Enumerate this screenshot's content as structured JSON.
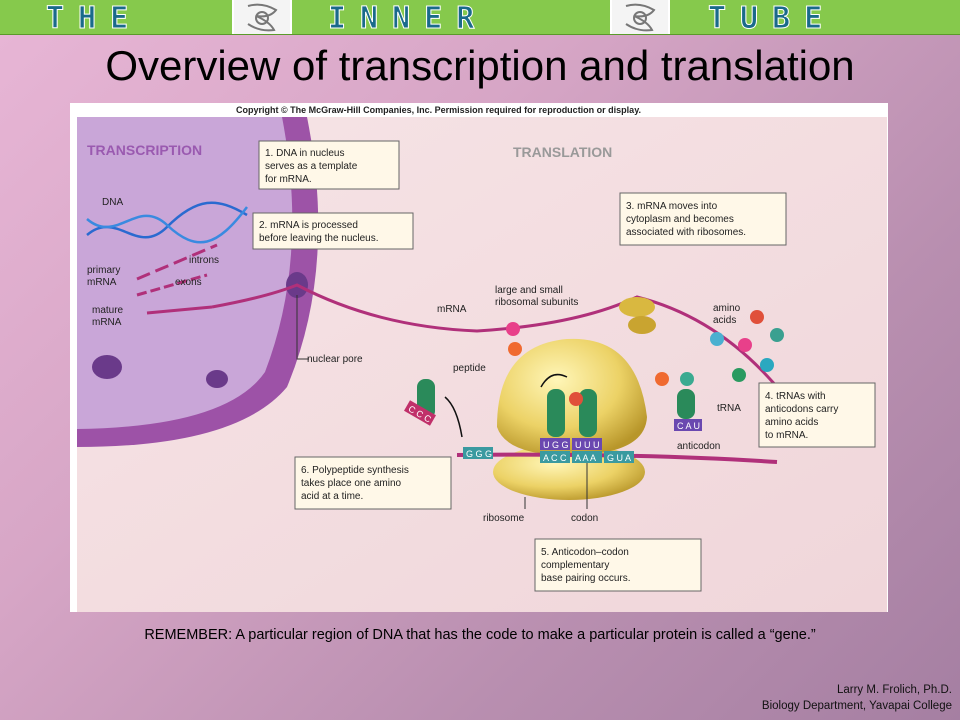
{
  "banner": {
    "word1": "THE",
    "word2": "INNER",
    "word3": "TUBE"
  },
  "title": "Overview of transcription and translation",
  "copyright": "Copyright © The McGraw-Hill Companies, Inc. Permission required for reproduction or display.",
  "sections": {
    "transcription": "TRANSCRIPTION",
    "translation": "TRANSLATION"
  },
  "steps": {
    "s1": [
      "1. DNA in nucleus",
      "serves as a template",
      "for mRNA."
    ],
    "s2": [
      "2. mRNA is processed",
      "before leaving the nucleus."
    ],
    "s3": [
      "3. mRNA moves into",
      "cytoplasm and becomes",
      "associated with ribosomes."
    ],
    "s4": [
      "4. tRNAs with",
      "anticodons carry",
      "amino acids",
      "to mRNA."
    ],
    "s5": [
      "5. Anticodon–codon",
      "complementary",
      "base pairing occurs."
    ],
    "s6": [
      "6. Polypeptide synthesis",
      "takes place one amino",
      "acid at a time."
    ]
  },
  "labels": {
    "dna": "DNA",
    "introns": "introns",
    "primary1": "primary",
    "primary2": "mRNA",
    "exons": "exons",
    "mature1": "mature",
    "mature2": "mRNA",
    "nuclear_pore": "nuclear pore",
    "mrna": "mRNA",
    "subunits1": "large and small",
    "subunits2": "ribosomal subunits",
    "amino1": "amino",
    "amino2": "acids",
    "peptide": "peptide",
    "trna": "tRNA",
    "anticodon": "anticodon",
    "ribosome": "ribosome",
    "codon": "codon"
  },
  "bases": {
    "ccc": "C C C",
    "ggg": "G G G",
    "ugg": "U G G",
    "uuu": "U U U",
    "acc": "A C C",
    "aaa": "A A A",
    "gua": "G U A",
    "cau": "C A U"
  },
  "footer": {
    "note": "REMEMBER:  A particular region of DNA that has the code to make a particular protein is called a “gene.”",
    "credit1": "Larry M. Frolich, Ph.D.",
    "credit2": "Biology Department, Yavapai College"
  },
  "colors": {
    "banner": "#86c94c",
    "section_heading": "#9a5ab0",
    "nucleus": "#8a3a9a",
    "mrna": "#b0307a",
    "ribosome": "#e8c850"
  }
}
